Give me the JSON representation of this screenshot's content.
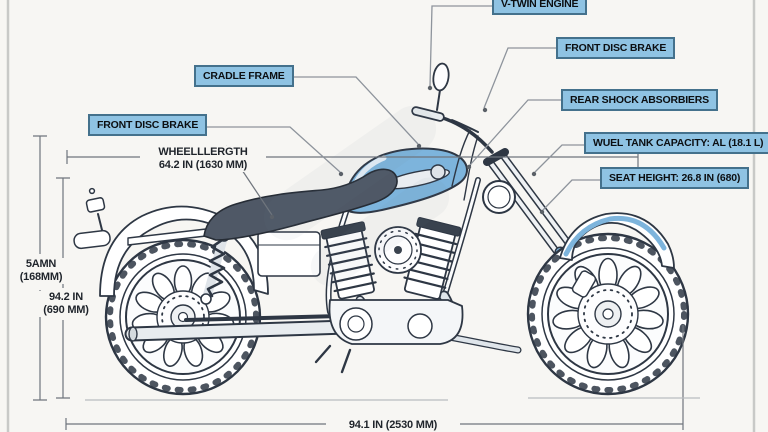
{
  "diagram_type": "motorcycle-spec-diagram",
  "colors": {
    "background": "#f7f6f3",
    "accent_blue": "#7db4dc",
    "label_bg": "#8fc3e3",
    "label_border": "#44718c",
    "line_art": "#2e3744",
    "leader_line": "#8e949c",
    "dimension_text": "#1f242b",
    "seat_gray": "#4f5866"
  },
  "callouts": [
    {
      "id": "v-twin-engine",
      "label": "V-TWIN ENGINE"
    },
    {
      "id": "front-disc-brake-top",
      "label": "FRONT DISC BRAKE"
    },
    {
      "id": "cradle-frame",
      "label": "CRADLE FRAME"
    },
    {
      "id": "rear-shock-absorbers",
      "label": "REAR SHOCK ABSORBIERS"
    },
    {
      "id": "front-disc-brake-left",
      "label": "FRONT DISC BRAKE"
    },
    {
      "id": "fuel-tank-capacity",
      "label": "WUEL TANK CAPACITY: AL (18.1 L)"
    },
    {
      "id": "seat-height",
      "label": "SEAT HEIGHT: 26.8 IN (680)"
    }
  ],
  "dimensions": {
    "wheelbase_label": "WHEELLLERGTH",
    "wheelbase_value": "64.2 IN (1630 MM)",
    "height_outer_line1": "5AMN",
    "height_outer_line2": "(168MM)",
    "height_inner_line1": "94.2 IN",
    "height_inner_line2": "(690 MM)",
    "overall_length": "94.1 IN (2530 MM)"
  }
}
